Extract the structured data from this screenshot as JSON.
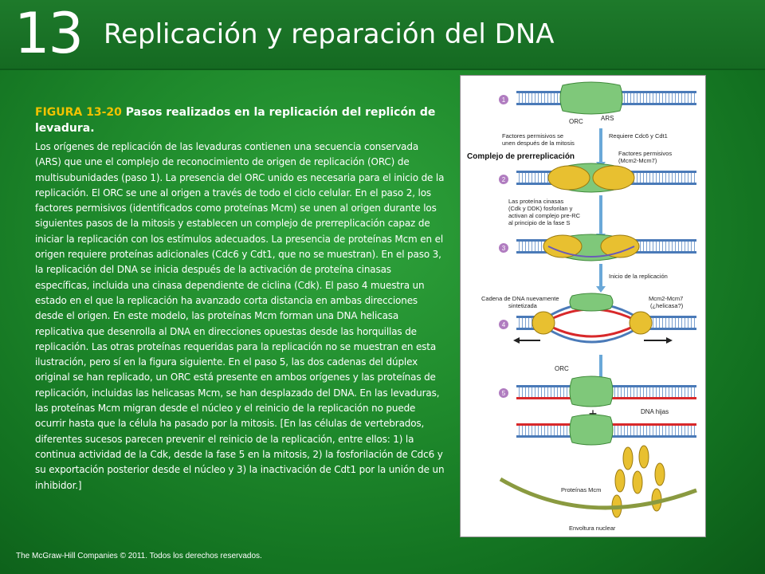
{
  "header": {
    "chapter_number": "13",
    "title": "Replicación y reparación del DNA"
  },
  "figure": {
    "number": "FIGURA 13-20",
    "title": "Pasos realizados en la replicación del replicón de levadura.",
    "body": "Los orígenes de replicación de las levaduras contienen una secuencia conservada (ARS) que une el complejo de reconocimiento de origen de replicación (ORC) de multisubunidades (paso 1). La presencia del ORC unido es necesaria para el inicio de la replicación. El ORC se une al origen a través de todo el ciclo celular. En el paso 2, los factores permisivos (identificados como proteínas Mcm) se unen al origen durante los siguientes pasos de la mitosis y establecen un complejo de prerreplicación capaz de iniciar la replicación con los estímulos adecuados. La presencia de proteínas Mcm en el origen requiere proteínas adicionales (Cdc6 y Cdt1, que no se muestran). En el paso 3, la replicación del DNA se inicia después de la activación de proteína cinasas específicas, incluida una cinasa dependiente de ciclina (Cdk). El paso 4 muestra un estado en el que la replicación ha avanzado corta distancia en ambas direcciones desde el origen. En este modelo, las proteínas Mcm forman una DNA helicasa replicativa que desenrolla al DNA en direcciones opuestas desde las horquillas de replicación. Las otras proteínas requeridas para la replicación no se muestran en esta ilustración, pero sí en la figura siguiente. En el paso 5, las dos cadenas del dúplex original se han replicado, un ORC está presente en ambos orígenes y las proteínas de replicación, incluidas las helicasas Mcm, se han desplazado del DNA.  En las levaduras, las proteínas Mcm migran desde el núcleo y el reinicio de la replicación no puede ocurrir hasta que la célula ha pasado por la mitosis. [En las células de vertebrados, diferentes sucesos parecen prevenir el reinicio de la replicación, entre ellos: 1) la continua actividad de la Cdk, desde la fase 5 en la mitosis, 2) la fosforilación de Cdc6 y su exportación posterior desde el núcleo y 3) la inactivación de Cdt1 por la unión de un inhibidor.]"
  },
  "diagram": {
    "steps": [
      "1",
      "2",
      "3",
      "4",
      "5"
    ],
    "labels": {
      "orc": "ORC",
      "ars": "ARS",
      "permissive_1": "Factores permisivos se",
      "permissive_2": "unen después de la mitosis",
      "requires": "Requiere Cdc6 y Cdt1",
      "prerep": "Complejo de prerreplicación",
      "permissive_mcm_1": "Factores permisivos",
      "permissive_mcm_2": "(Mcm2-Mcm7)",
      "kinase_1": "Las proteína cinasas",
      "kinase_2": "(Cdk y DDK) fosforilan y",
      "kinase_3": "activan al complejo pre-RC",
      "kinase_4": "al principio de la fase S",
      "init": "Inicio de la replicación",
      "new_chain_1": "Cadena de DNA nuevamente",
      "new_chain_2": "sintetizada",
      "mcm_heli_1": "Mcm2-Mcm7",
      "mcm_heli_2": "(¿helicasa?)",
      "orc2": "ORC",
      "plus": "+",
      "daughters": "DNA hijas",
      "mcm_proteins": "Proteínas Mcm",
      "nuclear_env": "Envoltura nuclear"
    },
    "colors": {
      "orc": "#7fc87a",
      "mcm": "#e8c030",
      "new_dna": "#d8282a",
      "old_dna": "#4a7ab8",
      "envelope": "#8a9a40",
      "step_badge": "#b07cc0"
    }
  },
  "footer": {
    "copyright": "The McGraw-Hill Companies © 2011. Todos los derechos reservados."
  }
}
